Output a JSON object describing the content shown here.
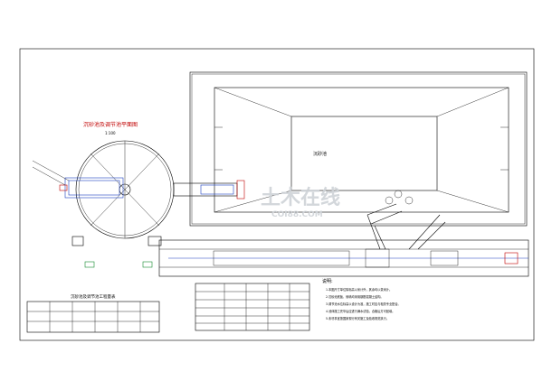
{
  "plan_title": "沉砂池及调节池平面图",
  "plan_scale": "1:100",
  "basin_label": "沉砂池",
  "table_title": "沉砂池及调节池工程量表",
  "notes_title": "说明:",
  "notes": [
    "1.本图尺寸单位除标高以米计外，其余均以毫米计。",
    "2.沉砂池底板、侧墙均采用钢筋混凝土结构。",
    "3.调节池水位标高以设计为准，施工时应与相关专业配合。",
    "4.池体施工完毕后应进行满水试验，合格后方可回填。",
    "5.未尽事宜按国家现行有关施工及验收规范执行。"
  ],
  "watermark": {
    "cn": "土木在线",
    "en": "COI88.COM"
  },
  "colors": {
    "line": "#000000",
    "blue": "#1a3fbf",
    "red": "#c00000",
    "green": "#138a2d",
    "watermark": "#cfd3d8"
  }
}
